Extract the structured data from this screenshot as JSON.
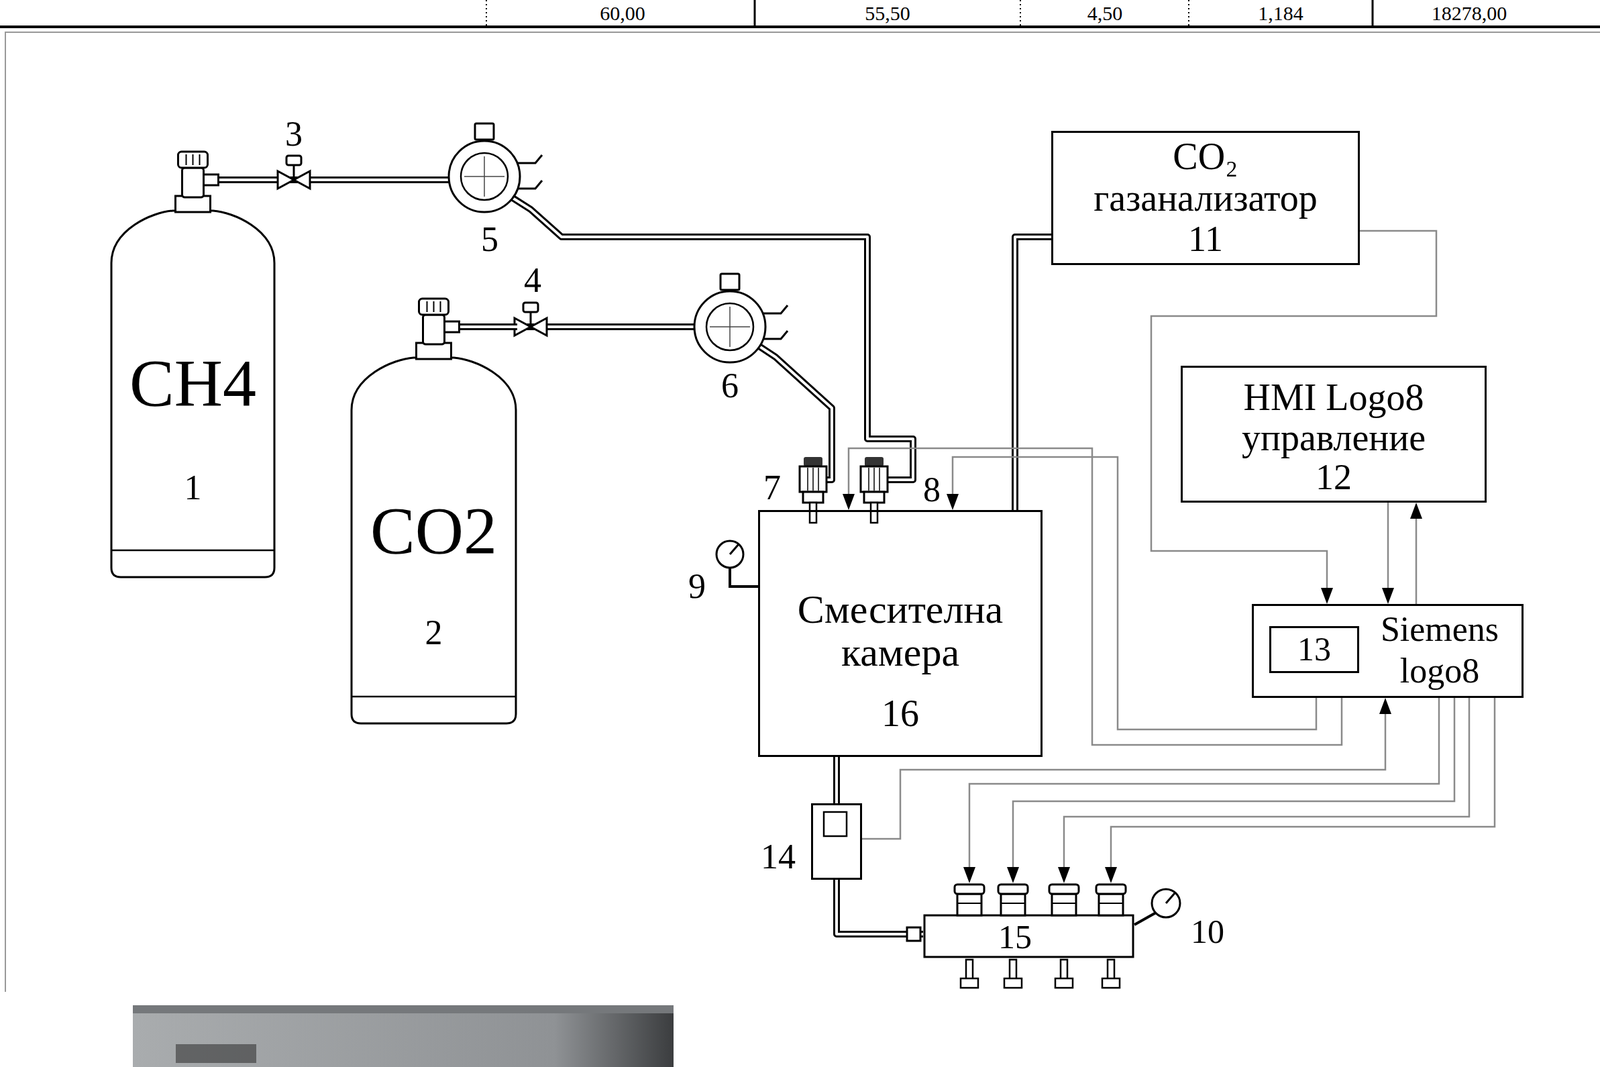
{
  "diagram": {
    "nodes": [
      {
        "text": [
          "CH4",
          "1"
        ]
      },
      {
        "text": [
          "CO2",
          "2"
        ]
      },
      {
        "text": [
          "CO₂ газанализатор",
          "11"
        ]
      },
      {
        "text": [
          "HMI Logo8 управление",
          "12"
        ]
      },
      {
        "text": [
          "Siemens logo8"
        ]
      },
      {
        "text": [
          "13"
        ],
        "in": 4
      },
      {
        "text": [
          "Смесителна камера",
          "16"
        ]
      },
      {
        "text": [
          "14"
        ]
      },
      {
        "text": [
          "15"
        ]
      }
    ],
    "edges": [
      {
        "from": 0,
        "to": 6,
        "arrow": "none"
      },
      {
        "from": 1,
        "to": 6,
        "arrow": "none"
      },
      {
        "from": 6,
        "to": 2,
        "arrow": "none"
      },
      {
        "from": 2,
        "to": 4,
        "arrow": "to"
      },
      {
        "from": 3,
        "to": 4,
        "arrow": "to"
      },
      {
        "from": 4,
        "to": 3,
        "arrow": "to"
      },
      {
        "from": 4,
        "to": 6,
        "arrow": "to"
      },
      {
        "from": 4,
        "to": 6,
        "arrow": "to"
      },
      {
        "from": 7,
        "to": 4,
        "arrow": "to"
      },
      {
        "from": 4,
        "to": 8,
        "arrow": "to"
      },
      {
        "from": 4,
        "to": 8,
        "arrow": "to"
      },
      {
        "from": 4,
        "to": 8,
        "arrow": "to"
      },
      {
        "from": 4,
        "to": 8,
        "arrow": "to"
      },
      {
        "from": 6,
        "to": 7,
        "arrow": "none"
      },
      {
        "from": 7,
        "to": 8,
        "arrow": "none"
      }
    ],
    "labels": [
      "60,00",
      "55,50",
      "4,50",
      "1,184",
      "18278,00",
      "3",
      "4",
      "5",
      "6",
      "7",
      "8",
      "9",
      "10"
    ]
  }
}
